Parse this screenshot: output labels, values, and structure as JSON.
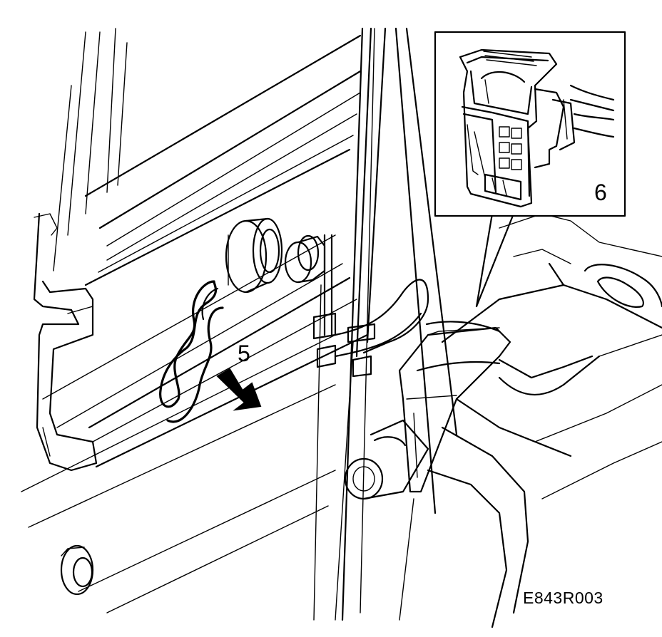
{
  "labels": {
    "callout_5": "5",
    "callout_6": "6",
    "figure_code": "E843R003"
  }
}
